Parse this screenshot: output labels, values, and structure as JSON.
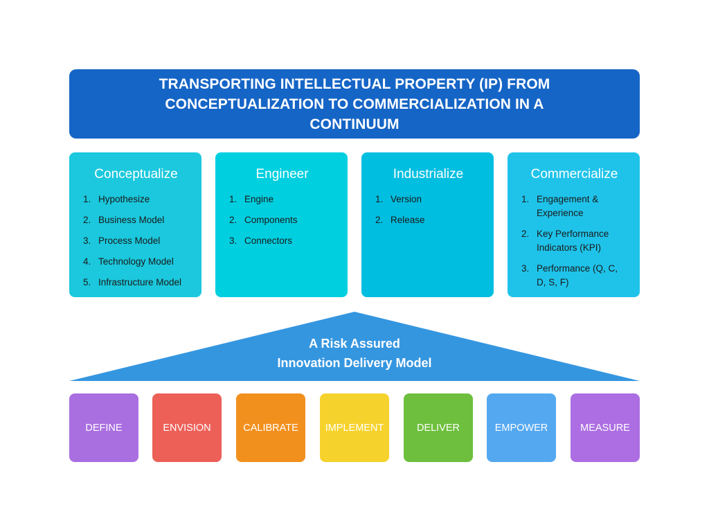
{
  "banner": {
    "title": "TRANSPORTING INTELLECTUAL PROPERTY (IP) FROM CONCEPTUALIZATION TO COMMERCIALIZATION IN A CONTINUUM"
  },
  "phases": [
    {
      "title": "Conceptualize",
      "color": "#1bc8dd",
      "items": [
        {
          "num": "1.",
          "text": "Hypothesize"
        },
        {
          "num": "2.",
          "text": "Business Model"
        },
        {
          "num": "3.",
          "text": "Process Model"
        },
        {
          "num": "4.",
          "text": "Technology Model"
        },
        {
          "num": "5.",
          "text": "Infrastructure Model"
        }
      ]
    },
    {
      "title": "Engineer",
      "color": "#00cfe0",
      "items": [
        {
          "num": "1.",
          "text": "Engine"
        },
        {
          "num": "2.",
          "text": "Components"
        },
        {
          "num": "3.",
          "text": "Connectors"
        }
      ]
    },
    {
      "title": "Industrialize",
      "color": "#00bee0",
      "items": [
        {
          "num": "1.",
          "text": "Version"
        },
        {
          "num": "2.",
          "text": "Release"
        }
      ]
    },
    {
      "title": "Commercialize",
      "color": "#1fc3ea",
      "items": [
        {
          "num": "1.",
          "text": "Engagement & Experience"
        },
        {
          "num": "2.",
          "text": "Key Performance Indicators (KPI)"
        },
        {
          "num": "3.",
          "text": "Performance (Q, C, D, S, F)"
        }
      ]
    }
  ],
  "roof": {
    "line1": "A Risk Assured",
    "line2": "Innovation Delivery Model",
    "color": "#3596e0"
  },
  "steps": [
    {
      "label": "DEFINE",
      "color": "#a96ee0"
    },
    {
      "label": "ENVISION",
      "color": "#ec6058"
    },
    {
      "label": "CALIBRATE",
      "color": "#f2901e"
    },
    {
      "label": "IMPLEMENT",
      "color": "#f6d22c"
    },
    {
      "label": "DELIVER",
      "color": "#6dbf3d"
    },
    {
      "label": "EMPOWER",
      "color": "#54a8f0"
    },
    {
      "label": "MEASURE",
      "color": "#ac6ee2"
    }
  ]
}
